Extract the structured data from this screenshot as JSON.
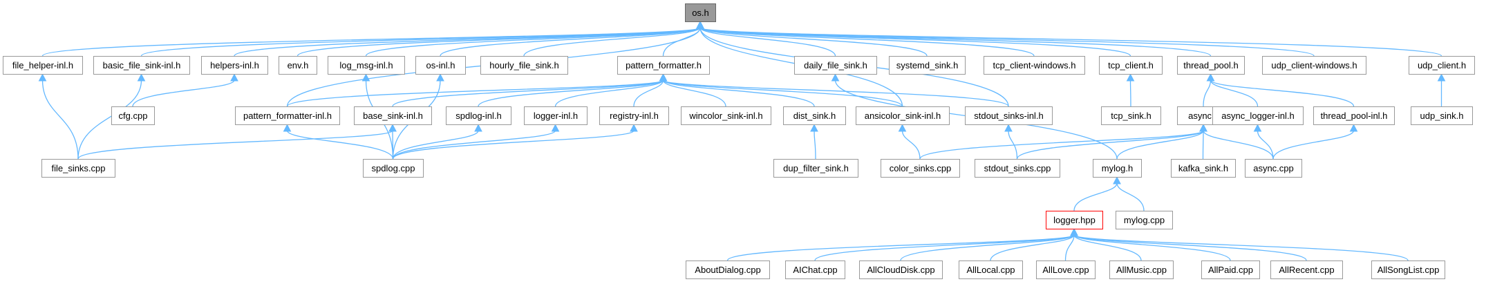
{
  "graph": {
    "nodes": [
      {
        "id": "os_h",
        "label": "os.h",
        "style": "root"
      },
      {
        "id": "file_helper_inl_h",
        "label": "file_helper-inl.h"
      },
      {
        "id": "basic_file_sink_inl_h",
        "label": "basic_file_sink-inl.h"
      },
      {
        "id": "helpers_inl_h",
        "label": "helpers-inl.h"
      },
      {
        "id": "env_h",
        "label": "env.h"
      },
      {
        "id": "log_msg_inl_h",
        "label": "log_msg-inl.h"
      },
      {
        "id": "os_inl_h",
        "label": "os-inl.h"
      },
      {
        "id": "hourly_file_sink_h",
        "label": "hourly_file_sink.h"
      },
      {
        "id": "pattern_formatter_h",
        "label": "pattern_formatter.h"
      },
      {
        "id": "daily_file_sink_h",
        "label": "daily_file_sink.h"
      },
      {
        "id": "systemd_sink_h",
        "label": "systemd_sink.h"
      },
      {
        "id": "tcp_client_windows_h",
        "label": "tcp_client-windows.h"
      },
      {
        "id": "tcp_client_h",
        "label": "tcp_client.h"
      },
      {
        "id": "thread_pool_h",
        "label": "thread_pool.h"
      },
      {
        "id": "udp_client_windows_h",
        "label": "udp_client-windows.h"
      },
      {
        "id": "udp_client_h",
        "label": "udp_client.h"
      },
      {
        "id": "cfg_cpp",
        "label": "cfg.cpp"
      },
      {
        "id": "pattern_formatter_inl_h",
        "label": "pattern_formatter-inl.h"
      },
      {
        "id": "base_sink_inl_h",
        "label": "base_sink-inl.h"
      },
      {
        "id": "spdlog_inl_h",
        "label": "spdlog-inl.h"
      },
      {
        "id": "logger_inl_h",
        "label": "logger-inl.h"
      },
      {
        "id": "registry_inl_h",
        "label": "registry-inl.h"
      },
      {
        "id": "wincolor_sink_inl_h",
        "label": "wincolor_sink-inl.h"
      },
      {
        "id": "dist_sink_h",
        "label": "dist_sink.h"
      },
      {
        "id": "ansicolor_sink_inl_h",
        "label": "ansicolor_sink-inl.h"
      },
      {
        "id": "stdout_sinks_inl_h",
        "label": "stdout_sinks-inl.h"
      },
      {
        "id": "tcp_sink_h",
        "label": "tcp_sink.h"
      },
      {
        "id": "async_h",
        "label": "async.h"
      },
      {
        "id": "async_logger_inl_h",
        "label": "async_logger-inl.h"
      },
      {
        "id": "thread_pool_inl_h",
        "label": "thread_pool-inl.h"
      },
      {
        "id": "udp_sink_h",
        "label": "udp_sink.h"
      },
      {
        "id": "file_sinks_cpp",
        "label": "file_sinks.cpp"
      },
      {
        "id": "spdlog_cpp",
        "label": "spdlog.cpp"
      },
      {
        "id": "dup_filter_sink_h",
        "label": "dup_filter_sink.h"
      },
      {
        "id": "color_sinks_cpp",
        "label": "color_sinks.cpp"
      },
      {
        "id": "stdout_sinks_cpp",
        "label": "stdout_sinks.cpp"
      },
      {
        "id": "mylog_h",
        "label": "mylog.h"
      },
      {
        "id": "kafka_sink_h",
        "label": "kafka_sink.h"
      },
      {
        "id": "async_cpp",
        "label": "async.cpp"
      },
      {
        "id": "logger_hpp",
        "label": "logger.hpp",
        "style": "highlight"
      },
      {
        "id": "mylog_cpp",
        "label": "mylog.cpp"
      },
      {
        "id": "AboutDialog_cpp",
        "label": "AboutDialog.cpp"
      },
      {
        "id": "AIChat_cpp",
        "label": "AIChat.cpp"
      },
      {
        "id": "AllCloudDisk_cpp",
        "label": "AllCloudDisk.cpp"
      },
      {
        "id": "AllLocal_cpp",
        "label": "AllLocal.cpp"
      },
      {
        "id": "AllLove_cpp",
        "label": "AllLove.cpp"
      },
      {
        "id": "AllMusic_cpp",
        "label": "AllMusic.cpp"
      },
      {
        "id": "AllPaid_cpp",
        "label": "AllPaid.cpp"
      },
      {
        "id": "AllRecent_cpp",
        "label": "AllRecent.cpp"
      },
      {
        "id": "AllSongList_cpp",
        "label": "AllSongList.cpp"
      }
    ],
    "edges": [
      [
        "file_helper_inl_h",
        "os_h"
      ],
      [
        "basic_file_sink_inl_h",
        "os_h"
      ],
      [
        "helpers_inl_h",
        "os_h"
      ],
      [
        "env_h",
        "os_h"
      ],
      [
        "log_msg_inl_h",
        "os_h"
      ],
      [
        "os_inl_h",
        "os_h"
      ],
      [
        "hourly_file_sink_h",
        "os_h"
      ],
      [
        "pattern_formatter_h",
        "os_h"
      ],
      [
        "daily_file_sink_h",
        "os_h"
      ],
      [
        "systemd_sink_h",
        "os_h"
      ],
      [
        "tcp_client_windows_h",
        "os_h"
      ],
      [
        "tcp_client_h",
        "os_h"
      ],
      [
        "thread_pool_h",
        "os_h"
      ],
      [
        "udp_client_windows_h",
        "os_h"
      ],
      [
        "udp_client_h",
        "os_h"
      ],
      [
        "pattern_formatter_inl_h",
        "os_h"
      ],
      [
        "ansicolor_sink_inl_h",
        "os_h"
      ],
      [
        "stdout_sinks_inl_h",
        "os_h"
      ],
      [
        "file_sinks_cpp",
        "file_helper_inl_h"
      ],
      [
        "file_sinks_cpp",
        "basic_file_sink_inl_h"
      ],
      [
        "cfg_cpp",
        "helpers_inl_h"
      ],
      [
        "spdlog_cpp",
        "log_msg_inl_h"
      ],
      [
        "spdlog_cpp",
        "os_inl_h"
      ],
      [
        "pattern_formatter_inl_h",
        "pattern_formatter_h"
      ],
      [
        "base_sink_inl_h",
        "pattern_formatter_h"
      ],
      [
        "spdlog_inl_h",
        "pattern_formatter_h"
      ],
      [
        "logger_inl_h",
        "pattern_formatter_h"
      ],
      [
        "registry_inl_h",
        "pattern_formatter_h"
      ],
      [
        "wincolor_sink_inl_h",
        "pattern_formatter_h"
      ],
      [
        "dist_sink_h",
        "pattern_formatter_h"
      ],
      [
        "ansicolor_sink_inl_h",
        "pattern_formatter_h"
      ],
      [
        "stdout_sinks_inl_h",
        "pattern_formatter_h"
      ],
      [
        "mylog_h",
        "daily_file_sink_h"
      ],
      [
        "tcp_sink_h",
        "tcp_client_h"
      ],
      [
        "async_h",
        "thread_pool_h"
      ],
      [
        "async_logger_inl_h",
        "thread_pool_h"
      ],
      [
        "thread_pool_inl_h",
        "thread_pool_h"
      ],
      [
        "udp_sink_h",
        "udp_client_h"
      ],
      [
        "spdlog_cpp",
        "pattern_formatter_inl_h"
      ],
      [
        "file_sinks_cpp",
        "base_sink_inl_h"
      ],
      [
        "spdlog_cpp",
        "base_sink_inl_h"
      ],
      [
        "spdlog_cpp",
        "spdlog_inl_h"
      ],
      [
        "spdlog_cpp",
        "logger_inl_h"
      ],
      [
        "spdlog_cpp",
        "registry_inl_h"
      ],
      [
        "dup_filter_sink_h",
        "dist_sink_h"
      ],
      [
        "color_sinks_cpp",
        "ansicolor_sink_inl_h"
      ],
      [
        "stdout_sinks_cpp",
        "stdout_sinks_inl_h"
      ],
      [
        "color_sinks_cpp",
        "async_h"
      ],
      [
        "stdout_sinks_cpp",
        "async_h"
      ],
      [
        "mylog_h",
        "async_h"
      ],
      [
        "kafka_sink_h",
        "async_h"
      ],
      [
        "async_cpp",
        "async_h"
      ],
      [
        "async_cpp",
        "async_logger_inl_h"
      ],
      [
        "async_cpp",
        "thread_pool_inl_h"
      ],
      [
        "logger_hpp",
        "mylog_h"
      ],
      [
        "mylog_cpp",
        "mylog_h"
      ],
      [
        "AboutDialog_cpp",
        "logger_hpp"
      ],
      [
        "AIChat_cpp",
        "logger_hpp"
      ],
      [
        "AllCloudDisk_cpp",
        "logger_hpp"
      ],
      [
        "AllLocal_cpp",
        "logger_hpp"
      ],
      [
        "AllLove_cpp",
        "logger_hpp"
      ],
      [
        "AllMusic_cpp",
        "logger_hpp"
      ],
      [
        "AllPaid_cpp",
        "logger_hpp"
      ],
      [
        "AllRecent_cpp",
        "logger_hpp"
      ],
      [
        "AllSongList_cpp",
        "logger_hpp"
      ]
    ]
  },
  "colors": {
    "edge": "#63b8ff",
    "node_border": "#999999",
    "root_fill": "#999999",
    "highlight_border": "#ff0000"
  }
}
